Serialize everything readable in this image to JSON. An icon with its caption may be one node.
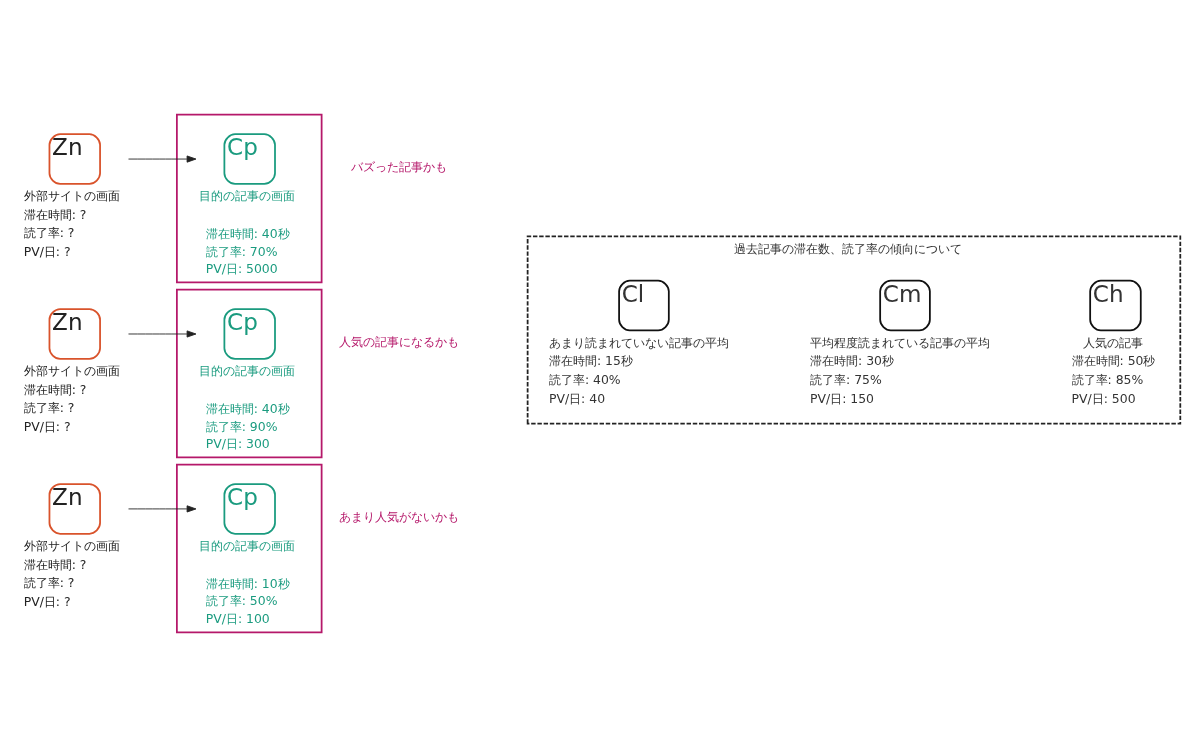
{
  "diagram": {
    "nodes": [
      {
        "text": [
          "Zn",
          "外部サイトの画面",
          "滞在時間: ?",
          "読了率: ?",
          "PV/日: ?"
        ]
      },
      {
        "text": [
          "滞在時間: 10秒",
          "読了率: 50%",
          "PV/日: 100"
        ],
        "beside": [
          "あまり人気がないかも"
        ]
      },
      {
        "text": [
          "Cp",
          "目的の記事の画面"
        ],
        "in": 1
      },
      {
        "text": [
          "Zn",
          "外部サイトの画面",
          "滞在時間: ?",
          "読了率: ?",
          "PV/日: ?"
        ]
      },
      {
        "text": [
          "滞在時間: 40秒",
          "読了率: 90%",
          "PV/日: 300"
        ],
        "beside": [
          "人気の記事になるかも"
        ]
      },
      {
        "text": [
          "Cp",
          "目的の記事の画面"
        ],
        "in": 4
      },
      {
        "text": [
          "Zn",
          "外部サイトの画面",
          "滞在時間: ?",
          "読了率: ?",
          "PV/日: ?"
        ]
      },
      {
        "text": [
          "滞在時間: 40秒",
          "読了率: 70%",
          "PV/日: 5000"
        ],
        "beside": [
          "バズった記事かも"
        ]
      },
      {
        "text": [
          "Cp",
          "目的の記事の画面"
        ],
        "in": 7
      },
      {
        "text": [
          "過去記事の滞在数、読了率の傾向について"
        ]
      },
      {
        "text": [
          "Cl",
          "あまり読まれていない記事の平均",
          "滞在時間: 15秒",
          "読了率: 40%",
          "PV/日: 40"
        ],
        "in": 9
      },
      {
        "text": [
          "Cm",
          "平均程度読まれている記事の平均",
          "滞在時間: 30秒",
          "読了率: 75%",
          "PV/日: 150"
        ],
        "in": 9
      },
      {
        "text": [
          "Ch",
          "人気の記事",
          "滞在時間: 50秒",
          "読了率: 85%",
          "PV/日: 500"
        ],
        "in": 9
      }
    ],
    "edges": [
      {
        "from": 0,
        "to": 2,
        "arrow": "to"
      },
      {
        "from": 3,
        "to": 5,
        "arrow": "to"
      },
      {
        "from": 6,
        "to": 8,
        "arrow": "to"
      }
    ]
  }
}
